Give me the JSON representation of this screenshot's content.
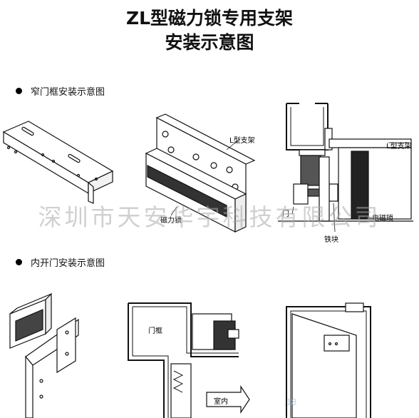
{
  "title_line1": "ZL型磁力锁专用支架",
  "title_line2": "安装示意图",
  "section1": "窄门框安装示意图",
  "section2": "内开门安装示意图",
  "labels": {
    "l_bracket_1": "L型支架",
    "magnetic_lock_1": "磁力锁",
    "l_bracket_2": "L型支架",
    "door": "门",
    "electromagnetic_lock": "电磁琐",
    "iron_block": "铁块",
    "door_frame": "门框",
    "indoor": "室内"
  },
  "watermark": "深圳市天安华宇科技有限公司",
  "watermark_partial": ".18"
}
